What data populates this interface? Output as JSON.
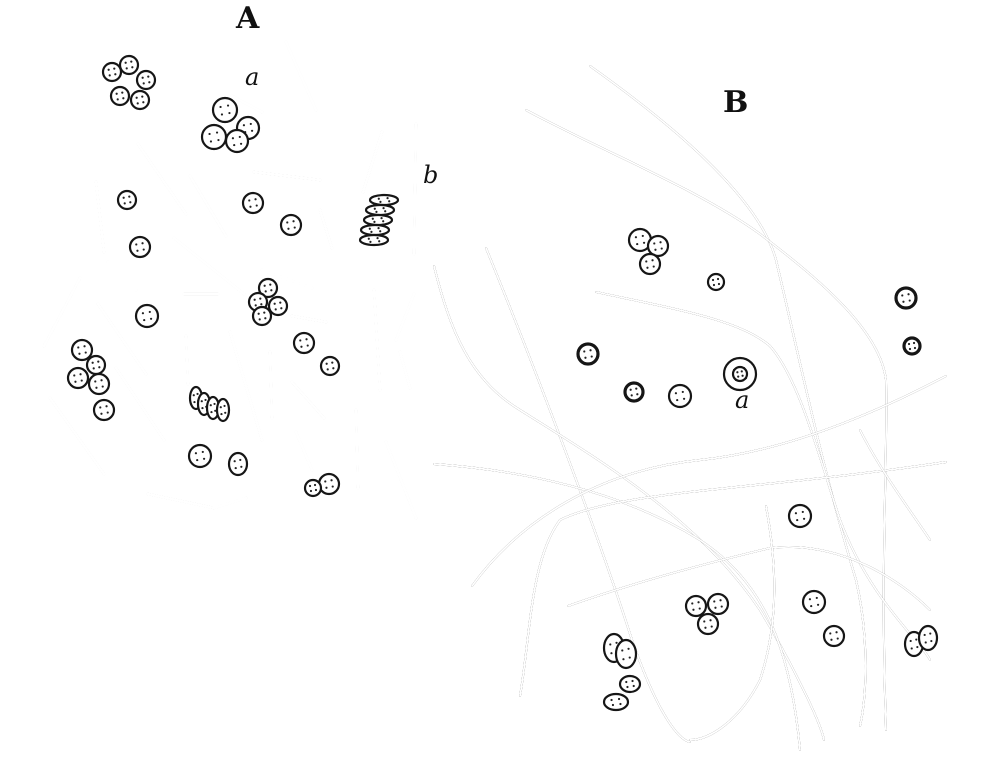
{
  "figure": {
    "ink_color": "#161616",
    "paper_color": "#ffffff"
  },
  "labels": {
    "panel_a": "A",
    "panel_a_sub_a": "a",
    "panel_a_sub_b": "b",
    "panel_b": "B",
    "panel_b_sub_a": "a"
  }
}
